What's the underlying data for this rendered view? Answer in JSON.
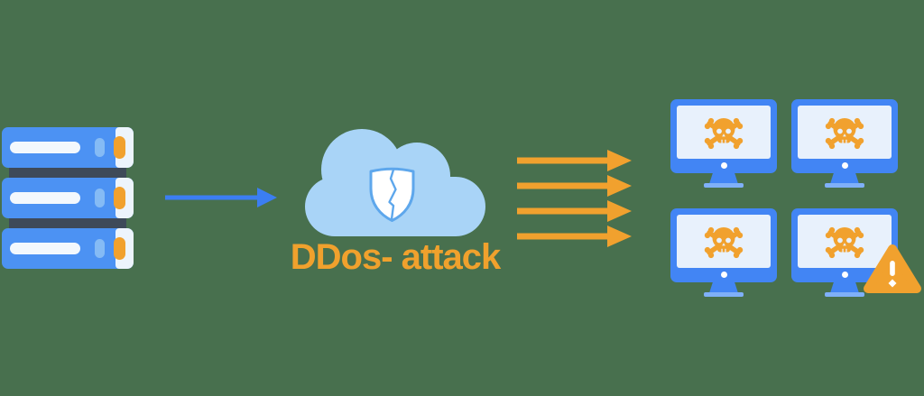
{
  "scene": {
    "background_color": "#48704E",
    "label": {
      "text": "DDos- attack",
      "color": "#F0A12D"
    }
  },
  "palette": {
    "monitor_blue": "#4285F4",
    "server_blue": "#4C92F3",
    "arrow_blue": "#3B7EF2",
    "cloud_blue": "#A9D4F7",
    "shield_outline_blue": "#5EA7EC",
    "screen_light": "#E8F1FC",
    "orange": "#F1A12E",
    "dark_slate": "#3E4A59",
    "white": "#FFFFFF"
  },
  "elements": {
    "server_stack": {
      "icon": "server-stack-icon",
      "unit_count": 3
    },
    "flow_arrow": {
      "icon": "arrow-right-icon",
      "color_name": "blue"
    },
    "cloud": {
      "icon": "cloud-icon"
    },
    "shield": {
      "icon": "broken-shield-icon"
    },
    "attack_arrows": {
      "icon": "arrow-right-icon",
      "count": 4,
      "color_name": "orange"
    },
    "targets": {
      "icon": "skull-crossbones-icon",
      "count": 4
    },
    "warning": {
      "icon": "warning-triangle-icon",
      "symbol": "!"
    }
  }
}
